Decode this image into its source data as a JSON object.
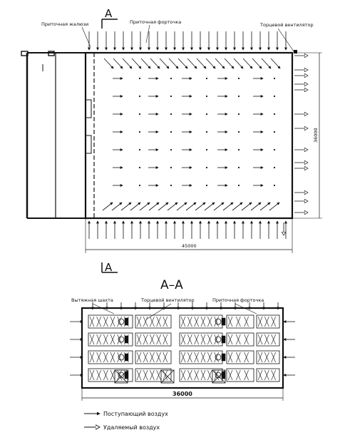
{
  "plan": {
    "section_marker": "A",
    "label_inlet_louver": "Приточная жалюзи",
    "label_inlet_vent": "Приточная форточка",
    "label_end_fan": "Торцевой вентилятор",
    "width_dim": "45000",
    "height_dim": "36000"
  },
  "section": {
    "title": "А–А",
    "label_exhaust_shaft": "Вытяжная шахта",
    "label_end_fan": "Торцевой вентилятор",
    "label_inlet_vent": "Приточная форточка",
    "width_dim": "36000"
  },
  "legend": {
    "incoming": "Поступающий воздух",
    "removed": "Удаляемый воздух"
  },
  "colors": {
    "ink": "#111111",
    "background": "#ffffff"
  }
}
